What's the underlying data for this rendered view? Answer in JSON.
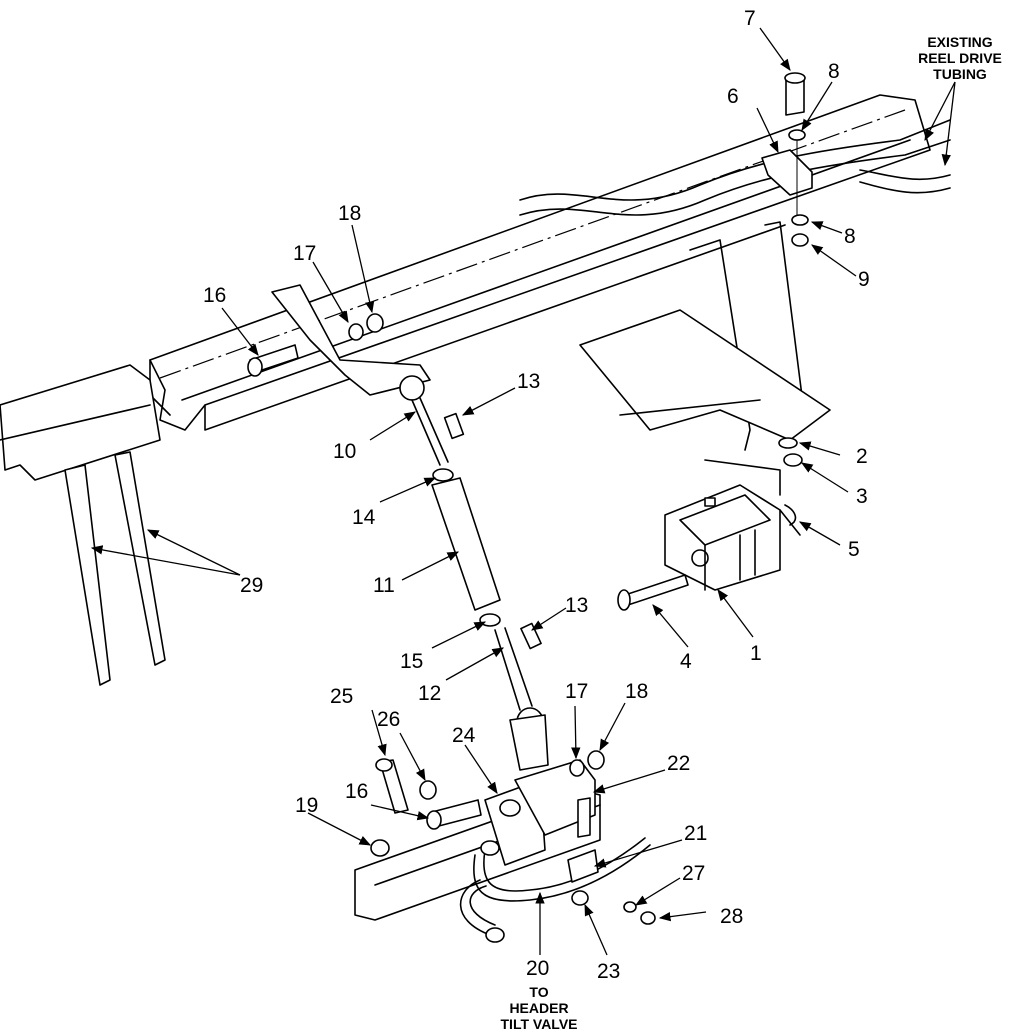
{
  "callouts": [
    "1",
    "2",
    "3",
    "4",
    "5",
    "6",
    "7",
    "8",
    "8",
    "9",
    "10",
    "11",
    "12",
    "13",
    "13",
    "14",
    "15",
    "16",
    "16",
    "17",
    "17",
    "18",
    "18",
    "19",
    "20",
    "21",
    "22",
    "23",
    "24",
    "25",
    "26",
    "27",
    "28",
    "29"
  ],
  "notes": {
    "reel_drive": [
      "EXISTING",
      "REEL DRIVE",
      "TUBING"
    ],
    "tilt_valve": [
      "TO",
      "HEADER",
      "TILT VALVE"
    ]
  },
  "colors": {
    "ink": "#000000",
    "paper": "#ffffff"
  }
}
